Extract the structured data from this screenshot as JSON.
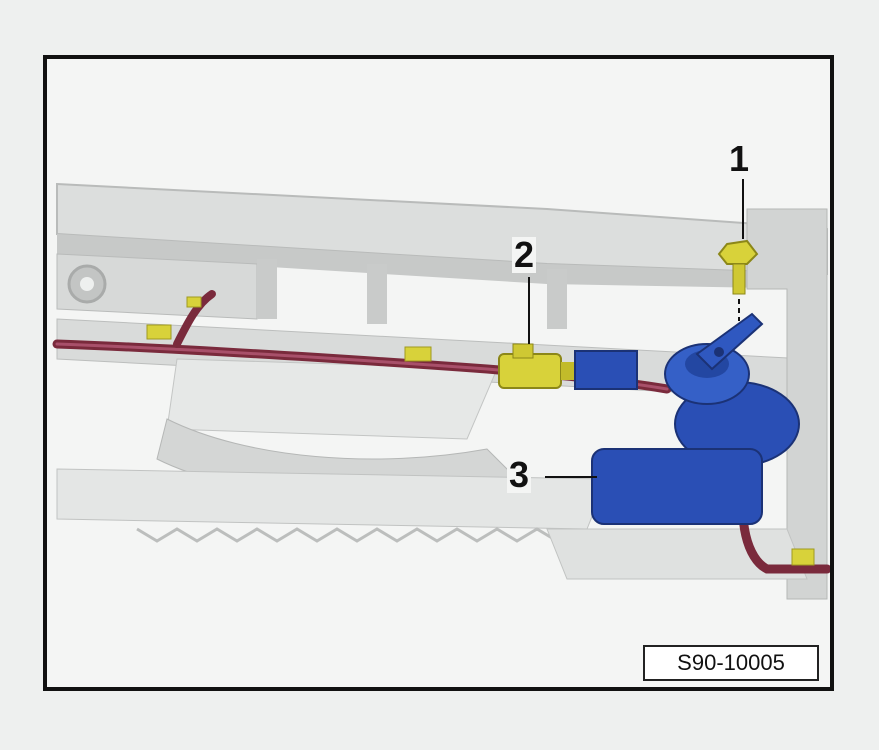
{
  "diagram": {
    "callouts": [
      {
        "id": "1",
        "label": "1"
      },
      {
        "id": "2",
        "label": "2"
      },
      {
        "id": "3",
        "label": "3"
      }
    ],
    "figure_code": "S90-10005"
  },
  "colors": {
    "frame_border": "#111111",
    "bracket_gray": "#d4d6d5",
    "cable_maroon": "#7a2a3c",
    "clip_yellow": "#d8d23a",
    "horn_blue": "#2a4fb5"
  },
  "icons": [
    "bolt-icon",
    "connector-icon",
    "horn-icon"
  ]
}
